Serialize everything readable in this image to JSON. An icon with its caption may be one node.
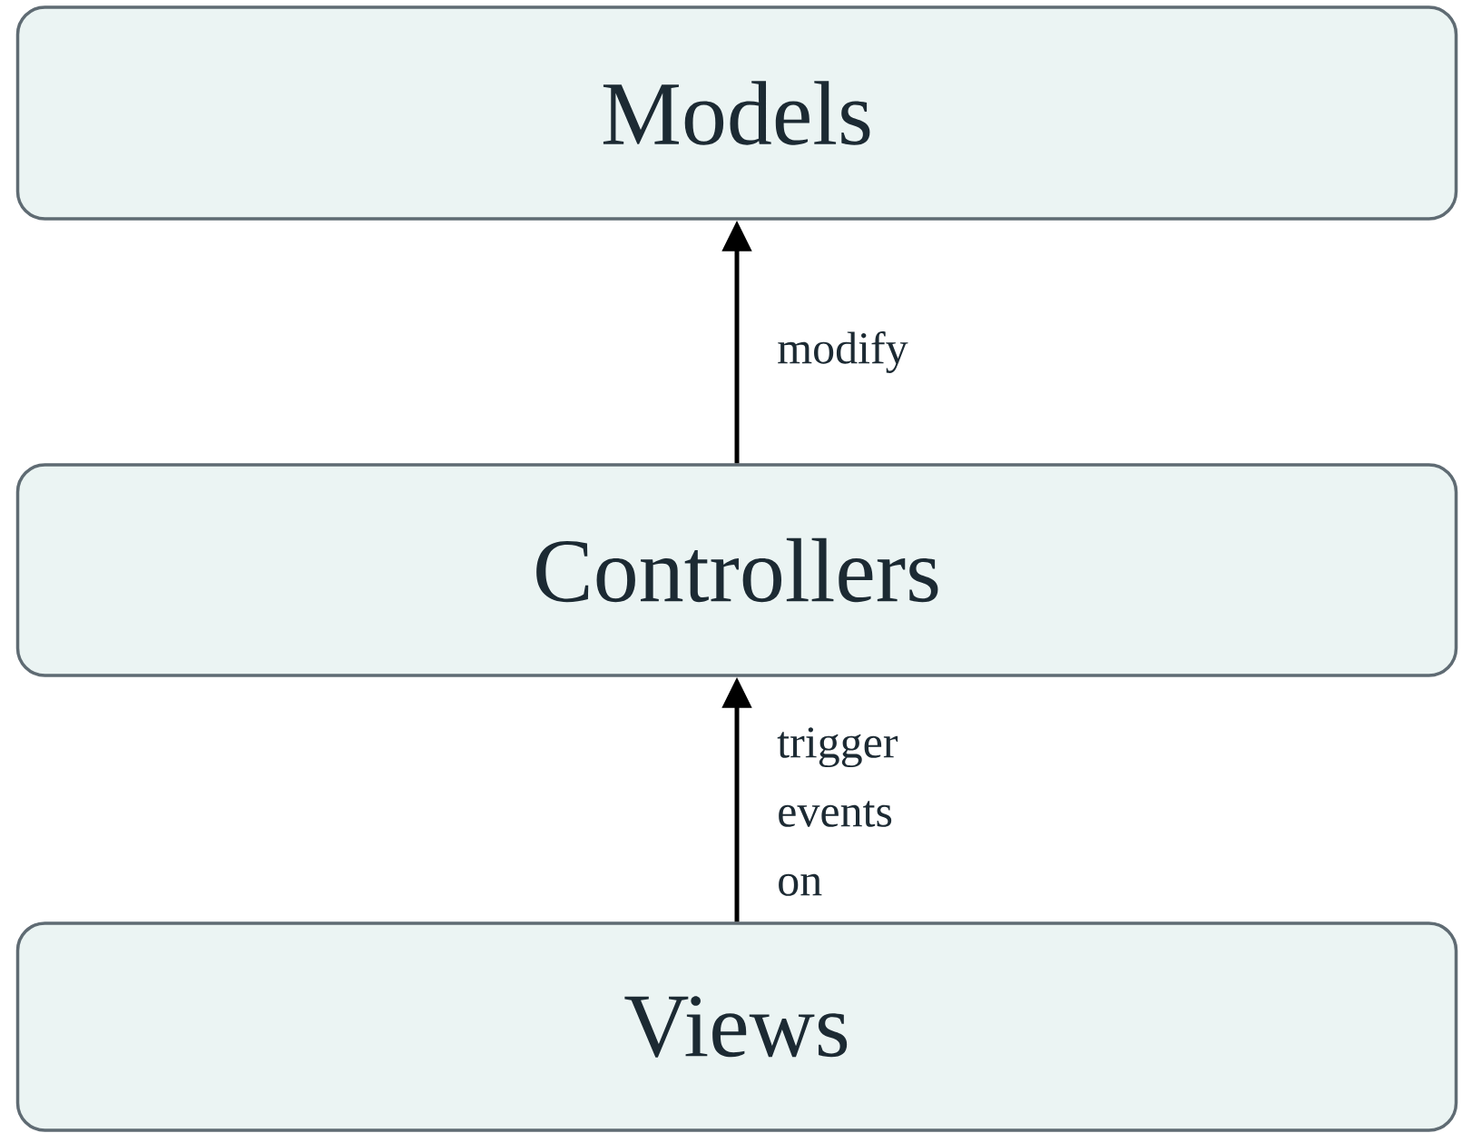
{
  "diagram": {
    "nodes": [
      {
        "text": [
          "Models"
        ]
      },
      {
        "text": [
          "Controllers"
        ]
      },
      {
        "text": [
          "Views"
        ]
      }
    ],
    "edges": [
      {
        "from": 1,
        "to": 0,
        "arrow": "to",
        "label": "modify"
      },
      {
        "from": 2,
        "to": 1,
        "arrow": "to",
        "label": "trigger events on"
      }
    ]
  }
}
